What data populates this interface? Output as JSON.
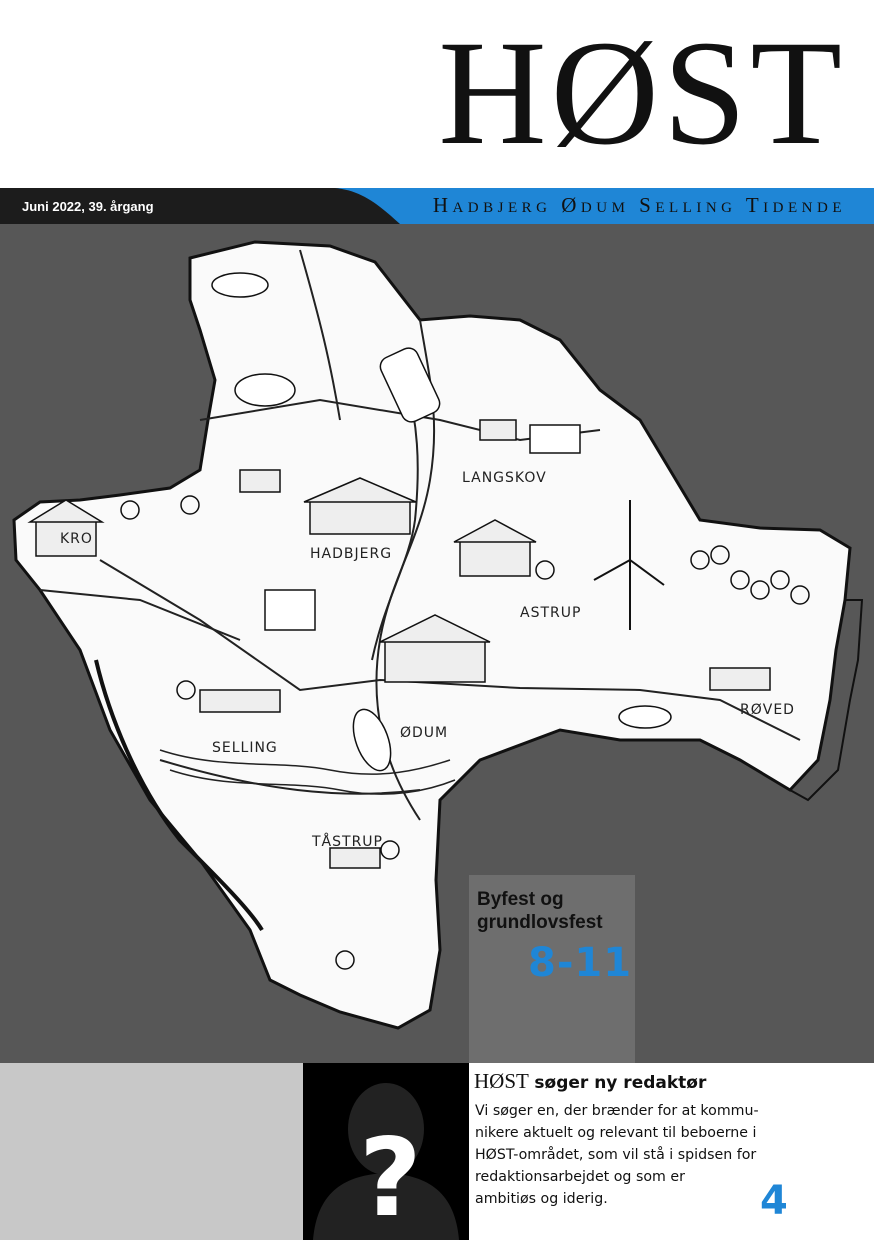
{
  "masthead": {
    "title": "HØST"
  },
  "band": {
    "issue_date": "Juni 2022, 39. årgang",
    "subtitle": "Hadbjerg Ødum Selling Tidende",
    "accent_color": "#1f86d6"
  },
  "map": {
    "places": [
      "LANGSKOV",
      "HADBJERG",
      "ASTRUP",
      "KRO",
      "RØVED",
      "SELLING",
      "ØDUM",
      "TÅSTRUP"
    ]
  },
  "feature": {
    "title": "Byfest og grundlovsfest",
    "pages": "8-11"
  },
  "article": {
    "title_pub": "HØST",
    "title_rest": "søger ny redaktør",
    "body_lines": [
      "Vi søger en, der brænder for at kommu-",
      "nikere aktuelt og relevant til beboerne i",
      "HØST-området, som vil stå i spidsen for",
      "redaktionsarbejdet og som er",
      "ambitiøs og iderig."
    ],
    "page": "4",
    "image_icon": "question-mark-silhouette-icon"
  }
}
